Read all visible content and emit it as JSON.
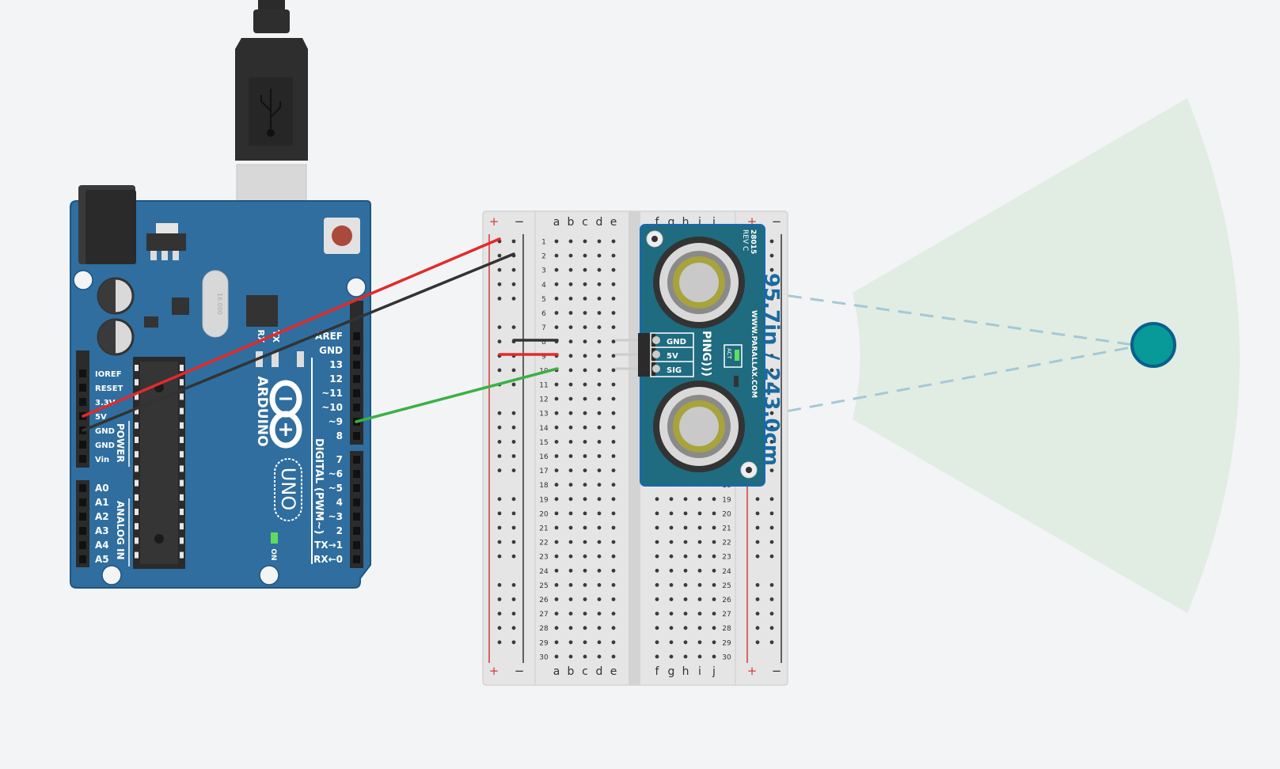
{
  "colors": {
    "background": "#f3f4f6",
    "board_blue": "#2f6e9f",
    "board_dark_blue": "#1f5580",
    "header_black": "#2b2b2b",
    "breadboard": "#e5e5e5",
    "sensor_teal": "#1f6b80",
    "wire_red": "#e22a2a",
    "wire_black": "#333333",
    "wire_green": "#3cb043",
    "beam_fill": "#e1ece3",
    "beam_dash": "#a6c8d5",
    "target": "#079a98",
    "target_outline": "#0b5f8c",
    "label_blue": "#1a6aa0",
    "led_green": "#5fdc5f"
  },
  "arduino": {
    "brand": "ARDUINO",
    "model": "UNO",
    "on_label": "ON",
    "tx_label": "TX",
    "rx_label": "RX",
    "crystal_label": "16.000",
    "power_label": "POWER",
    "analog_label": "ANALOG IN",
    "digital_label": "DIGITAL (PWM~)",
    "power_pins": [
      "IOREF",
      "RESET",
      "3.3V",
      "5V",
      "GND",
      "GND",
      "Vin"
    ],
    "analog_pins": [
      "A0",
      "A1",
      "A2",
      "A3",
      "A4",
      "A5"
    ],
    "digital_upper": [
      "AREF",
      "GND",
      "13",
      "12",
      "~11",
      "~10",
      "~9",
      "8"
    ],
    "digital_lower": [
      "7",
      "~6",
      "~5",
      "4",
      "~3",
      "2",
      "TX→1",
      "RX←0"
    ]
  },
  "breadboard": {
    "plus": "+",
    "minus": "−",
    "cols_left": [
      "a",
      "b",
      "c",
      "d",
      "e"
    ],
    "cols_right": [
      "f",
      "g",
      "h",
      "i",
      "j"
    ],
    "rows": [
      "1",
      "2",
      "3",
      "4",
      "5",
      "6",
      "7",
      "8",
      "9",
      "10",
      "11",
      "12",
      "13",
      "14",
      "15",
      "16",
      "17",
      "18",
      "19",
      "20",
      "21",
      "22",
      "23",
      "24",
      "25",
      "26",
      "27",
      "28",
      "29",
      "30"
    ]
  },
  "sensor": {
    "name": "PING)))",
    "part": "28015",
    "rev": "REV C",
    "url": "WWW.PARALLAX.COM",
    "act": "ACT",
    "pins": [
      "GND",
      "5V",
      "SIG"
    ]
  },
  "measurement": {
    "text": "95.7in / 243.0cm"
  }
}
